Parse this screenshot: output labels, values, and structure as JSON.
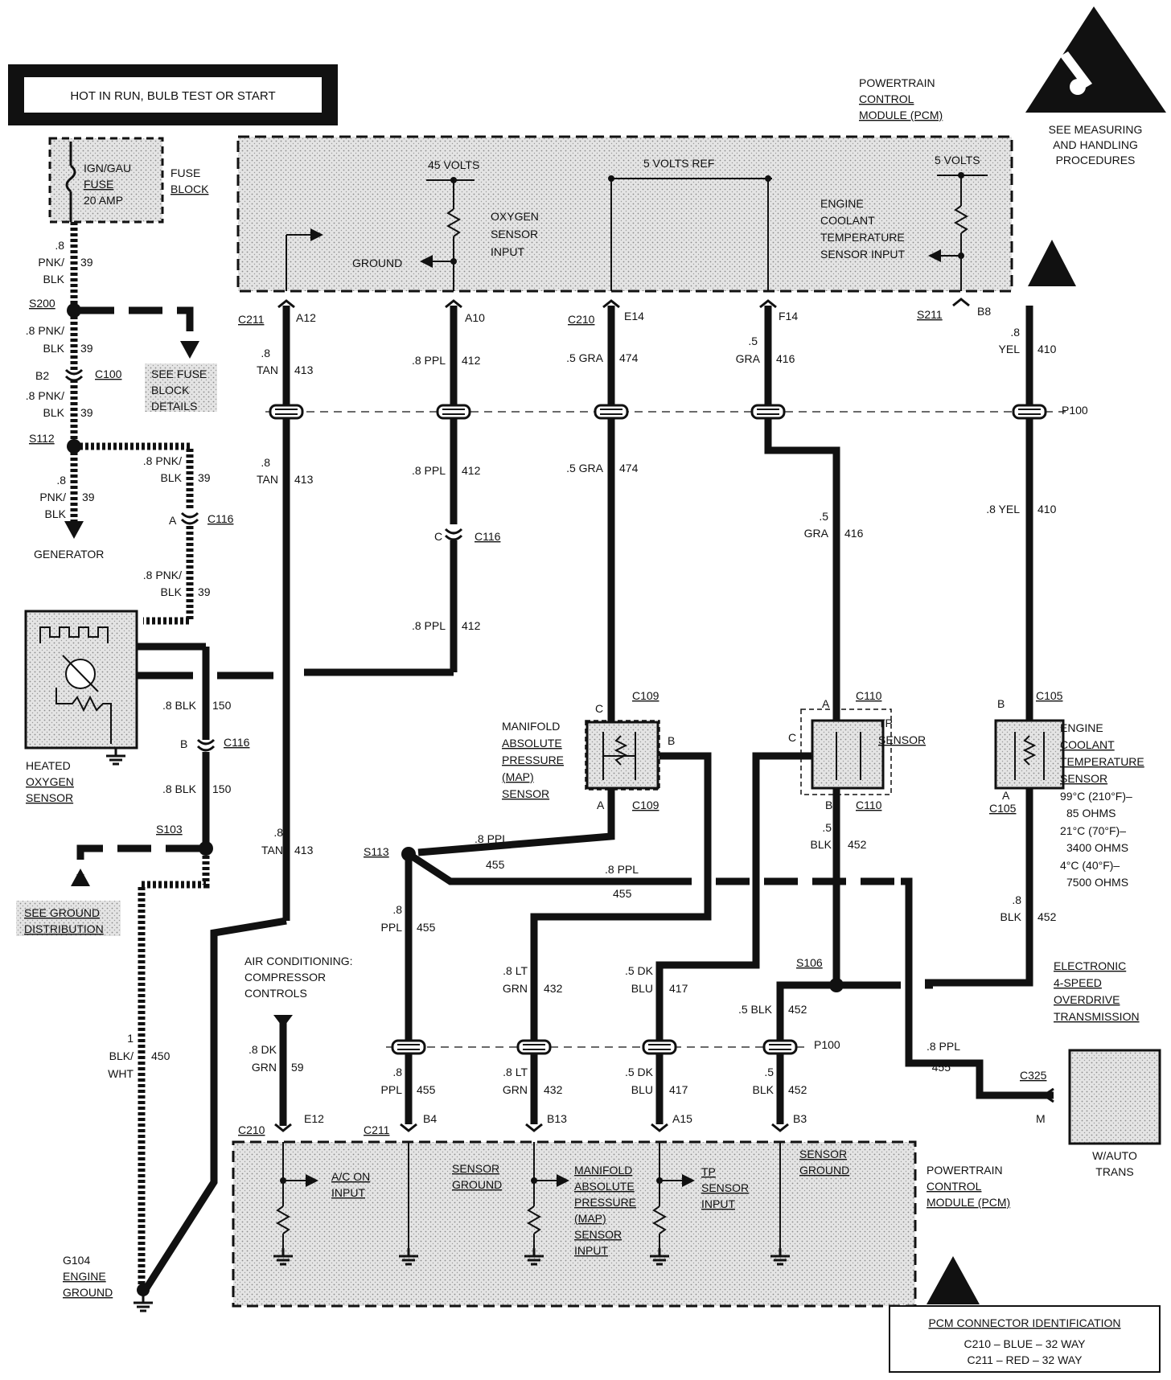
{
  "power_box": {
    "label": "HOT IN RUN, BULB TEST OR START"
  },
  "fuse": {
    "name": "IGN/GAU",
    "kind": "FUSE",
    "rating": "20 AMP",
    "block_line1": "FUSE",
    "block_line2": "BLOCK"
  },
  "pcm_top": {
    "title_line1": "POWERTRAIN",
    "title_line2": "CONTROL",
    "title_line3": "MODULE (PCM)",
    "v45": "45 VOLTS",
    "v5ref": "5 VOLTS REF",
    "v5": "5 VOLTS",
    "o2_line1": "OXYGEN",
    "o2_line2": "SENSOR",
    "o2_line3": "INPUT",
    "ground": "GROUND",
    "ect_line1": "ENGINE",
    "ect_line2": "COOLANT",
    "ect_line3": "TEMPERATURE",
    "ect_line4": "SENSOR INPUT"
  },
  "esd": {
    "line1": "SEE MEASURING",
    "line2": "AND HANDLING",
    "line3": "PROCEDURES"
  },
  "top_pins": {
    "c211": "C211",
    "a12": "A12",
    "a10": "A10",
    "c210": "C210",
    "e14": "E14",
    "f14": "F14",
    "s211": "S211",
    "b8": "B8"
  },
  "wires": {
    "w413_gauge": ".8",
    "w413_color": "TAN",
    "w413_num": "413",
    "w412": ".8 PPL",
    "w412_num": "412",
    "w474": ".5 GRA",
    "w474_num": "474",
    "w416_gauge": ".5",
    "w416_color": "GRA",
    "w416_num": "416",
    "w410_gauge": ".8",
    "w410_color": "YEL",
    "w410_num": "410",
    "w410b": ".8 YEL",
    "w39_gauge": ".8",
    "w39_pnk": "PNK/",
    "w39_blk": "BLK",
    "w39_num": "39",
    "w39_a": ".8 PNK/",
    "w150": ".8 BLK",
    "w150_num": "150",
    "w450_gauge": "1",
    "w450_c1": "BLK/",
    "w450_c2": "WHT",
    "w450_num": "450",
    "w455_gauge": ".8",
    "w455": ".8 PPL",
    "w455_num": "455",
    "w455_color": "PPL",
    "w432_gauge": ".8 LT",
    "w432_color": "GRN",
    "w432_num": "432",
    "w417_gauge": ".5 DK",
    "w417_color": "BLU",
    "w417_num": "417",
    "w452_gauge": ".5",
    "w452_color": "BLK",
    "w452_num": "452",
    "w452b": ".5 BLK",
    "w452c_gauge": ".8",
    "w452c_color": "BLK",
    "w59_gauge": ".8 DK",
    "w59_color": "GRN",
    "w59_num": "59"
  },
  "splices": {
    "s200": "S200",
    "s112": "S112",
    "s103": "S103",
    "s113": "S113",
    "s106": "S106",
    "b2": "B2",
    "c100": "C100",
    "c116": "C116",
    "a": "A",
    "b": "B",
    "c": "C",
    "p100": "P100"
  },
  "notes": {
    "fuse_details_1": "SEE FUSE",
    "fuse_details_2": "BLOCK",
    "fuse_details_3": "DETAILS",
    "generator": "GENERATOR",
    "ground_dist_1": "SEE GROUND",
    "ground_dist_2": "DISTRIBUTION",
    "ac_1": "AIR CONDITIONING:",
    "ac_2": "COMPRESSOR",
    "ac_3": "CONTROLS"
  },
  "heated_o2": {
    "line1": "HEATED",
    "line2": "OXYGEN",
    "line3": "SENSOR"
  },
  "map_sensor": {
    "line1": "MANIFOLD",
    "line2": "ABSOLUTE",
    "line3": "PRESSURE",
    "line4": "(MAP)",
    "line5": "SENSOR",
    "conn": "C109"
  },
  "tp_sensor": {
    "line1": "TP",
    "line2": "SENSOR",
    "conn": "C110"
  },
  "ect_sensor": {
    "line1": "ENGINE",
    "line2": "COOLANT",
    "line3": "TEMPERATURE",
    "line4": "SENSOR",
    "conn": "C105",
    "r1": "99°C (210°F)–",
    "r1b": "85 OHMS",
    "r2": "21°C (70°F)–",
    "r2b": "3400 OHMS",
    "r3": "4°C (40°F)–",
    "r3b": "7500 OHMS"
  },
  "trans": {
    "line1": "ELECTRONIC",
    "line2": "4-SPEED",
    "line3": "OVERDRIVE",
    "line4": "TRANSMISSION",
    "conn": "C325",
    "pin": "M",
    "sub1": "W/AUTO",
    "sub2": "TRANS"
  },
  "bottom_pins": {
    "c210": "C210",
    "e12": "E12",
    "c211": "C211",
    "b4": "B4",
    "b13": "B13",
    "a15": "A15",
    "b3": "B3"
  },
  "pcm_bottom": {
    "ac_1": "A/C ON",
    "ac_2": "INPUT",
    "sg_1": "SENSOR",
    "sg_2": "GROUND",
    "map_1": "MANIFOLD",
    "map_2": "ABSOLUTE",
    "map_3": "PRESSURE",
    "map_4": "(MAP)",
    "map_5": "SENSOR",
    "map_6": "INPUT",
    "tp_1": "TP",
    "tp_2": "SENSOR",
    "tp_3": "INPUT",
    "sg2_1": "SENSOR",
    "sg2_2": "GROUND",
    "title_line1": "POWERTRAIN",
    "title_line2": "CONTROL",
    "title_line3": "MODULE (PCM)"
  },
  "ground": {
    "id": "G104",
    "line1": "ENGINE",
    "line2": "GROUND"
  },
  "pcm_id": {
    "title": "PCM CONNECTOR IDENTIFICATION",
    "row1": "C210 – BLUE   – 32 WAY",
    "row2": "C211 – RED    – 32 WAY"
  }
}
